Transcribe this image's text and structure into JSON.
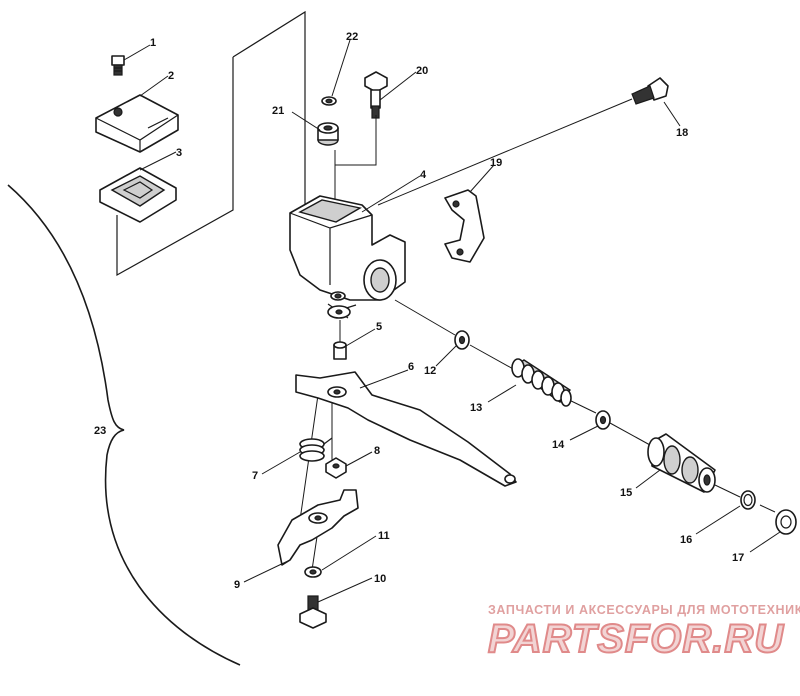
{
  "callouts": {
    "c1": "1",
    "c2": "2",
    "c3": "3",
    "c4": "4",
    "c5": "5",
    "c6": "6",
    "c7": "7",
    "c8": "8",
    "c9": "9",
    "c10": "10",
    "c11": "11",
    "c12": "12",
    "c13": "13",
    "c14": "14",
    "c15": "15",
    "c16": "16",
    "c17": "17",
    "c18": "18",
    "c19": "19",
    "c20": "20",
    "c21": "21",
    "c22": "22",
    "c23": "23"
  },
  "watermark": {
    "tagline": "ЗАПЧАСТИ И АКСЕССУАРЫ ДЛЯ МОТОТЕХНИКИ",
    "brand": "PARTSFOR.RU"
  },
  "colors": {
    "ink": "#1a1a1a",
    "watermark_red": "#e08a8a",
    "watermark_fill": "#f2d4d4"
  }
}
